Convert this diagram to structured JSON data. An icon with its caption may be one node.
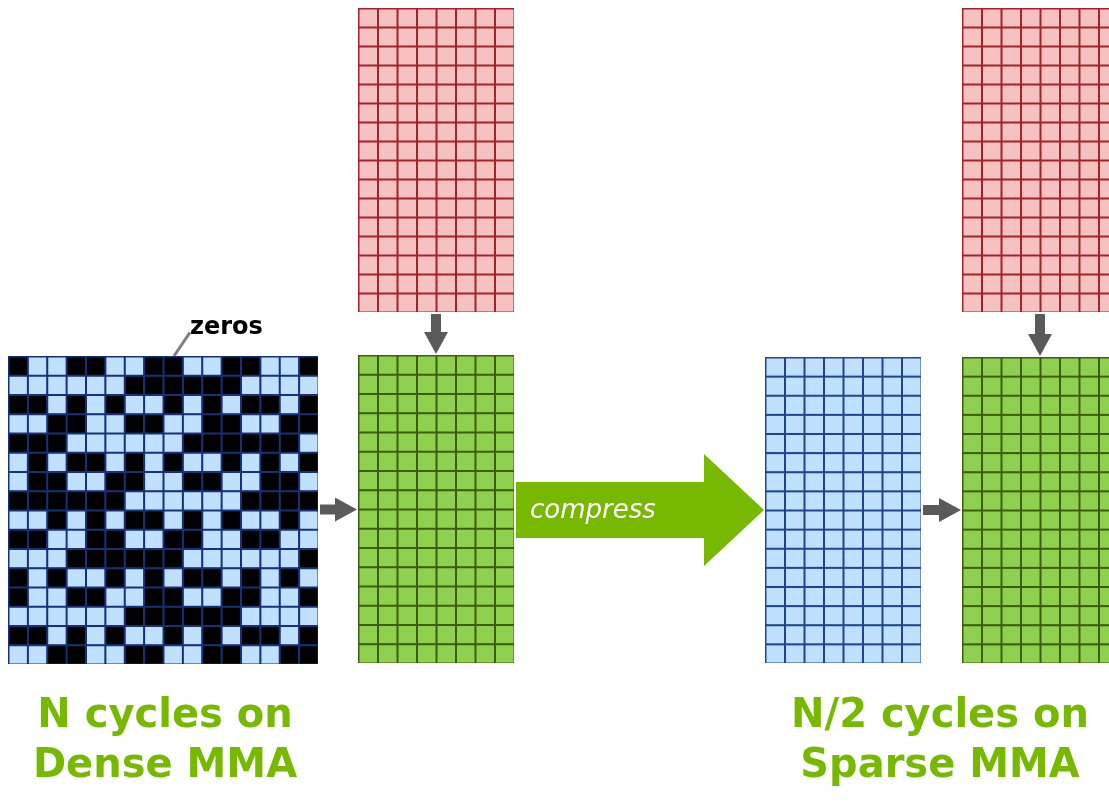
{
  "diagram": {
    "nodes": [
      {
        "text": [],
        "shape": "grid"
      },
      {
        "text": [],
        "shape": "grid"
      },
      {
        "text": [],
        "shape": "grid"
      },
      {
        "text": [],
        "shape": "grid"
      },
      {
        "text": [],
        "shape": "grid"
      },
      {
        "text": [],
        "shape": "grid"
      },
      {
        "text": [
          "zeros"
        ]
      }
    ],
    "edges": [
      {
        "from": 6,
        "to": 0,
        "arrow": "none"
      },
      {
        "from": 1,
        "to": 2,
        "arrow": "to"
      },
      {
        "from": 0,
        "to": 2,
        "arrow": "to"
      },
      {
        "from": 2,
        "to": 3,
        "arrow": "to",
        "label": "compress",
        "style": "thick",
        "color": "#76b900"
      },
      {
        "from": 4,
        "to": 5,
        "arrow": "to"
      },
      {
        "from": 3,
        "to": 5,
        "arrow": "to"
      }
    ],
    "labels": [
      "N cycles on Dense MMA",
      "N/2 cycles on Sparse MMA"
    ]
  }
}
